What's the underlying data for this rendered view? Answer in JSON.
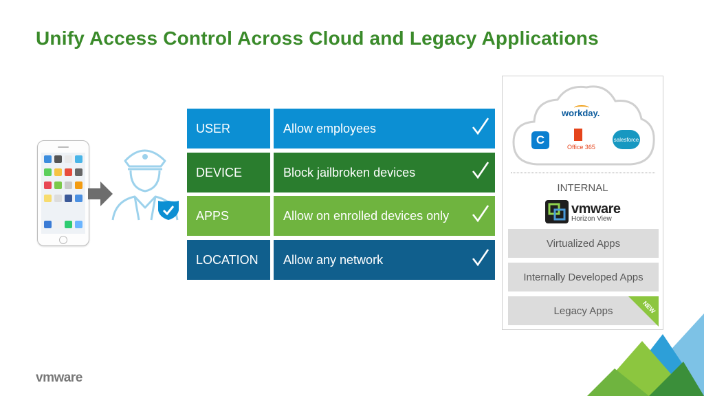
{
  "slide": {
    "title": "Unify Access Control Across Cloud and Legacy Applications"
  },
  "policy_rows": [
    {
      "label": "USER",
      "value": "Allow employees",
      "label_color": "#0c8fd3",
      "value_color": "#0c8fd3"
    },
    {
      "label": "DEVICE",
      "value": "Block jailbroken devices",
      "label_color": "#2a7d2e",
      "value_color": "#2a7d2e"
    },
    {
      "label": "APPS",
      "value": "Allow on enrolled devices only",
      "label_color": "#6fb43f",
      "value_color": "#6fb43f"
    },
    {
      "label": "LOCATION",
      "value": "Allow any network",
      "label_color": "#105f8d",
      "value_color": "#105f8d"
    }
  ],
  "cloud_apps": {
    "workday": "workday.",
    "office": "Office 365",
    "salesforce": "salesforce"
  },
  "internal": {
    "heading": "INTERNAL",
    "vmware_word": "vmware",
    "vmware_product": "Horizon View",
    "apps": [
      "Virtualized Apps",
      "Internally Developed Apps",
      "Legacy Apps"
    ],
    "new_badge": "NEW"
  },
  "footer": {
    "logo": "vmware"
  },
  "colors": {
    "title": "#3a8a2a",
    "blue": "#0c8fd3",
    "dark_green": "#2a7d2e",
    "light_green": "#6fb43f",
    "navy": "#105f8d"
  }
}
